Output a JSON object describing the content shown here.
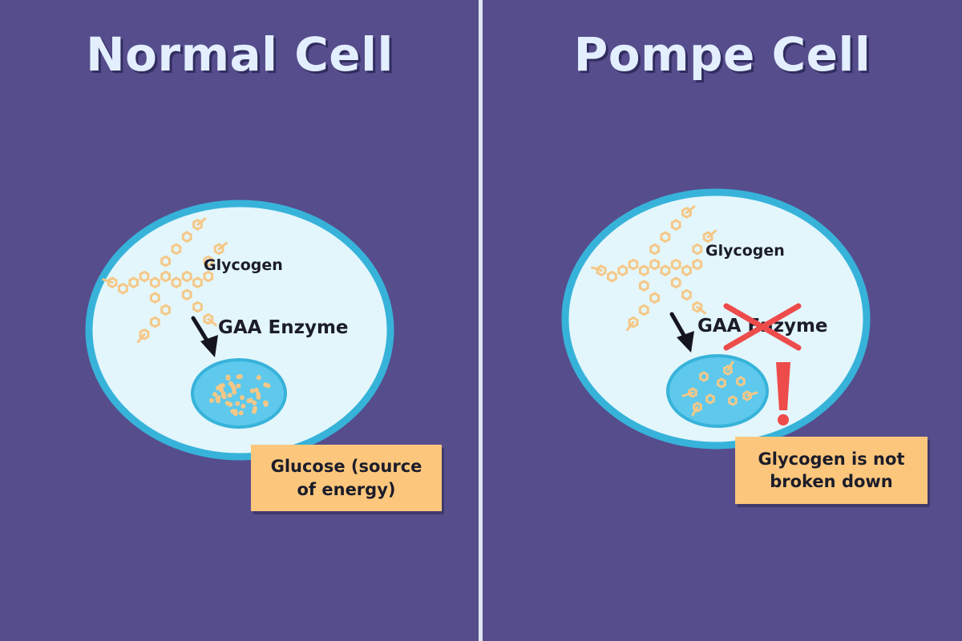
{
  "colors": {
    "background": "#564d8c",
    "divider": "#dfe6f3",
    "cell_fill": "#e3f6fc",
    "cell_border": "#37b3da",
    "vesicle_fill": "#5ec9ec",
    "glycogen": "#f5c887",
    "note_fill": "#fcc77c",
    "cross_red": "#ee4b4b"
  },
  "normal_cell": {
    "title": "Normal Cell",
    "glycogen_label": "Glycogen",
    "enzyme_label": "GAA Enzyme",
    "result_note_line1": "Glucose (source",
    "result_note_line2": "of energy)"
  },
  "pompe_cell": {
    "title": "Pompe Cell",
    "glycogen_label": "Glycogen",
    "enzyme_label": "GAA Enzyme",
    "alert_icon": "exclamation-icon",
    "result_note_line1": "Glycogen is not",
    "result_note_line2": "broken down"
  }
}
